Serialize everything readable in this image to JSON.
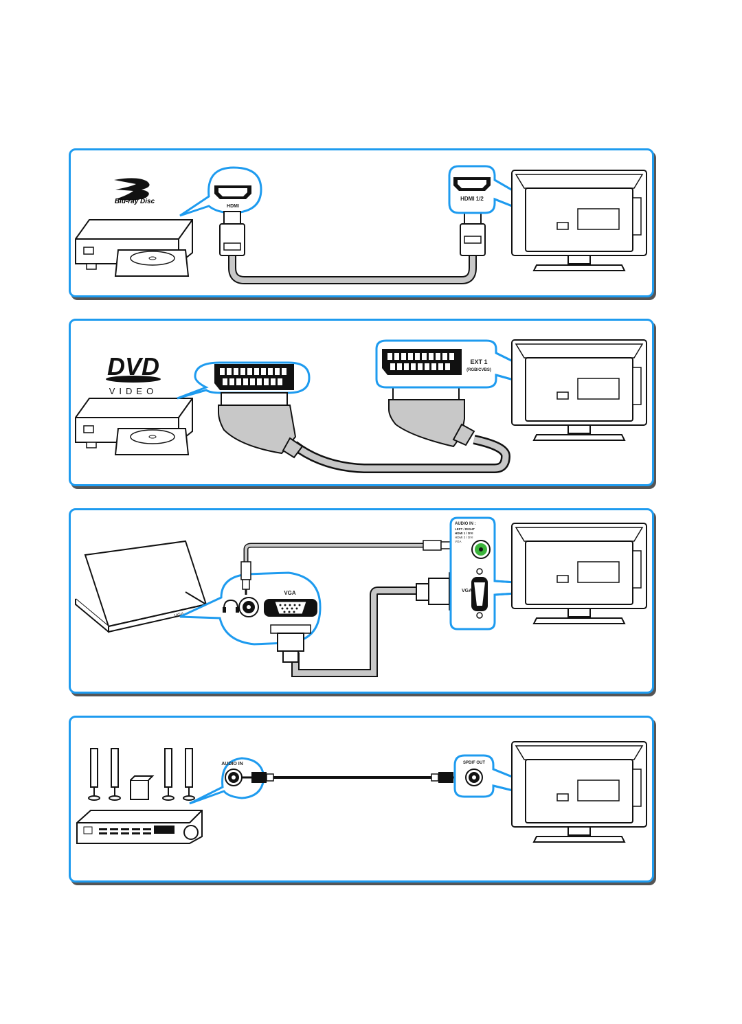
{
  "panels": [
    {
      "name": "Blu-ray to TV via HDMI",
      "source_logo_text": "Blu-ray Disc",
      "source_port_label": "HDMI",
      "tv_port_label": "HDMI 1/2"
    },
    {
      "name": "DVD to TV via SCART",
      "source_logo_text": "DVD",
      "source_logo_subtext": "VIDEO",
      "tv_port_label": "EXT 1",
      "tv_port_sublabel": "(RGB/CVBS)"
    },
    {
      "name": "Laptop to TV via VGA and audio",
      "laptop_port_label": "VGA",
      "source_port_label": "VGA",
      "tv_audio_label": "AUDIO IN :",
      "tv_audio_lines": [
        "LEFT / RIGHT",
        "HDMI 1 / DVI",
        "HDMI 2 / DVI",
        "VGA"
      ],
      "tv_vga_label": "VGA"
    },
    {
      "name": "Home theater to TV via SPDIF",
      "source_port_label": "AUDIO IN",
      "tv_port_label": "SPDIF OUT"
    }
  ],
  "colors": {
    "panel_border": "#1e9bef",
    "callout": "#1e9bef",
    "cable": "#c8c8c8",
    "line": "#111111",
    "audio_jack_green": "#3cb43c"
  },
  "icons": [
    "bluray-player-icon",
    "dvd-player-icon",
    "laptop-icon",
    "home-theater-icon",
    "tv-icon",
    "hdmi-port-icon",
    "scart-port-icon",
    "vga-port-icon",
    "audio-jack-icon",
    "headphone-icon",
    "speaker-icon"
  ]
}
